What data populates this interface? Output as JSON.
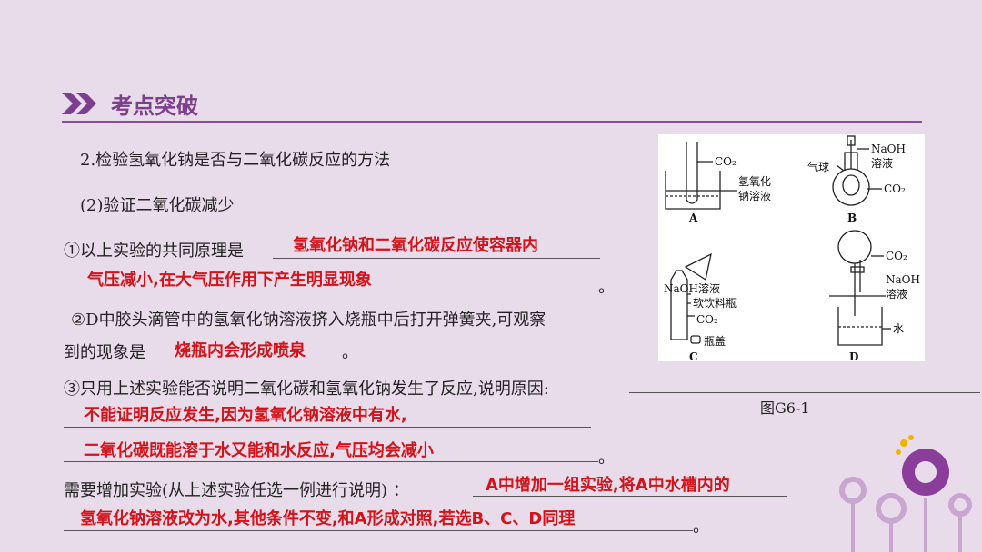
{
  "header": {
    "title": "考点突破"
  },
  "question": {
    "title": "2.检验氢氧化钠是否与二氧化碳反应的方法",
    "subtitle": "(2)验证二氧化碳减少",
    "q1_prefix": "①以上实验的共同原理是",
    "q1_answer_line1": "氢氧化钠和二氧化碳反应使容器内",
    "q1_answer_line2": "气压减小,在大气压作用下产生明显现象",
    "period": "。",
    "q2_line1": "②D中胶头滴管中的氢氧化钠溶液挤入烧瓶中后打开弹簧夹,可观察",
    "q2_prefix": "到的现象是",
    "q2_answer": "烧瓶内会形成喷泉",
    "q3_text": "③只用上述实验能否说明二氧化碳和氢氧化钠发生了反应,说明原因:",
    "q3_answer_line1": "不能证明反应发生,因为氢氧化钠溶液中有水,",
    "q3_answer_line2": "二氧化碳既能溶于水又能和水反应,气压均会减小",
    "q4_prefix": "需要增加实验(从上述实验任选一例进行说明) ：",
    "q4_answer_line1": "A中增加一组实验,将A中水槽内的",
    "q4_answer_line2": "氢氧化钠溶液改为水,其他条件不变,和A形成对照,若选B、C、D同理"
  },
  "figure": {
    "caption": "图G6-1",
    "labels": {
      "a_gas": "CO₂",
      "a_sol1": "氢氧化",
      "a_sol2": "钠溶液",
      "a_letter": "A",
      "b_naoh1": "NaOH",
      "b_naoh2": "溶液",
      "b_balloon": "气球",
      "b_gas": "CO₂",
      "b_letter": "B",
      "c_naoh": "NaOH溶液",
      "c_bottle": "软饮料瓶",
      "c_gas": "CO₂",
      "c_cap": "瓶盖",
      "c_letter": "C",
      "d_gas": "CO₂",
      "d_naoh1": "NaOH",
      "d_naoh2": "溶液",
      "d_water": "水",
      "d_letter": "D"
    }
  }
}
